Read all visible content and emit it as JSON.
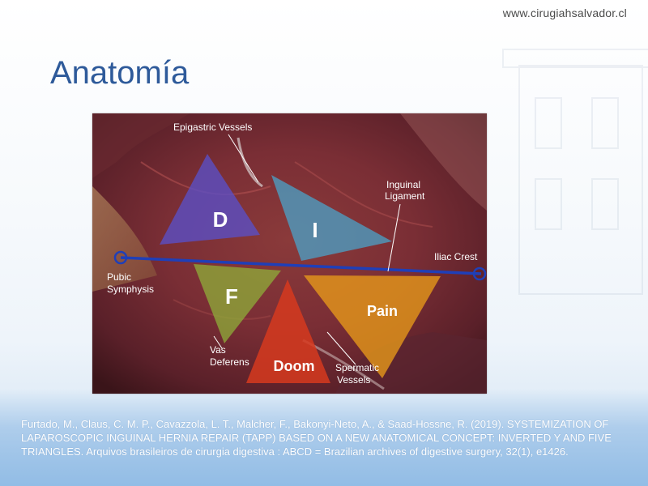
{
  "header": {
    "url": "www.cirugiahsalvador.cl",
    "title": "Anatomía"
  },
  "figure": {
    "labels": {
      "epigastric": "Epigastric Vessels",
      "inguinal_1": "Inguinal",
      "inguinal_2": "Ligament",
      "iliac": "Iliac Crest",
      "pubic_1": "Pubic",
      "pubic_2": "Symphysis",
      "vas_1": "Vas",
      "vas_2": "Deferens",
      "spermatic_1": "Spermatic",
      "spermatic_2": "Vessels"
    },
    "triangles": {
      "d": "D",
      "i": "I",
      "f": "F",
      "pain": "Pain",
      "doom": "Doom"
    },
    "colors": {
      "d": "#5a4fc8",
      "i": "#4aa3c9",
      "f": "#8fae3a",
      "pain": "#e89a1a",
      "doom": "#d63a1e",
      "line": "#1f3fb8"
    }
  },
  "citation": {
    "text": "Furtado, M., Claus, C. M. P., Cavazzola, L. T., Malcher, F., Bakonyi-Neto, A., & Saad-Hossne, R. (2019). SYSTEMIZATION OF LAPAROSCOPIC INGUINAL HERNIA REPAIR (TAPP) BASED ON A NEW ANATOMICAL CONCEPT: INVERTED Y AND FIVE TRIANGLES. Arquivos brasileiros de cirurgia digestiva : ABCD = Brazilian archives of digestive surgery, 32(1), e1426."
  }
}
